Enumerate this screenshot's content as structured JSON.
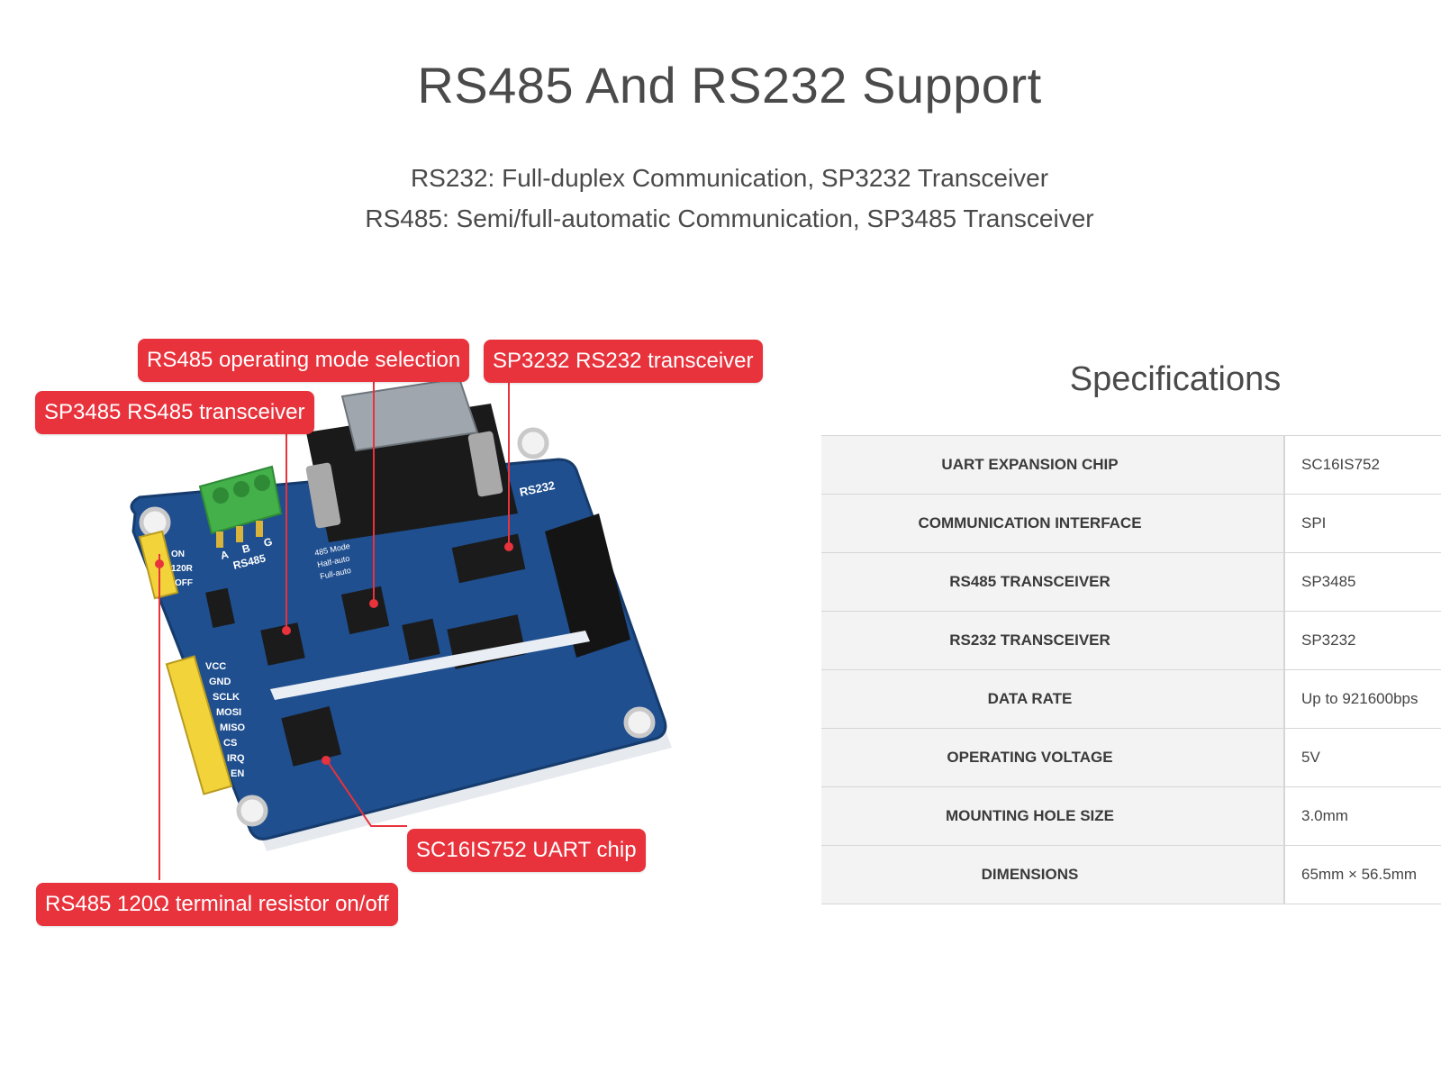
{
  "header": {
    "title": "RS485 And RS232 Support",
    "line1": "RS232: Full-duplex Communication, SP3232 Transceiver",
    "line2": "RS485: Semi/full-automatic Communication, SP3485 Transceiver"
  },
  "callouts": {
    "mode_selection": "RS485 operating mode selection",
    "sp3232": "SP3232 RS232 transceiver",
    "sp3485": "SP3485 RS485 transceiver",
    "uart_chip": "SC16IS752 UART chip",
    "terminal_resistor": "RS485 120Ω terminal resistor on/off"
  },
  "board_labels": {
    "rs232": "RS232",
    "rs485": "RS485",
    "abg": [
      "A",
      "B",
      "G"
    ],
    "jumper": [
      "ON",
      "120R",
      "OFF"
    ],
    "mode_table": [
      "485 Mode",
      "Half-auto",
      "Full-auto"
    ],
    "pins": [
      "VCC",
      "GND",
      "SCLK",
      "MOSI",
      "MISO",
      "CS",
      "IRQ",
      "EN"
    ]
  },
  "specs": {
    "title": "Specifications",
    "rows": [
      {
        "label": "UART EXPANSION CHIP",
        "value": "SC16IS752"
      },
      {
        "label": "COMMUNICATION INTERFACE",
        "value": "SPI"
      },
      {
        "label": "RS485 TRANSCEIVER",
        "value": "SP3485"
      },
      {
        "label": "RS232 TRANSCEIVER",
        "value": "SP3232"
      },
      {
        "label": "DATA RATE",
        "value": "Up to 921600bps"
      },
      {
        "label": "OPERATING VOLTAGE",
        "value": "5V"
      },
      {
        "label": "MOUNTING HOLE SIZE",
        "value": "3.0mm"
      },
      {
        "label": "DIMENSIONS",
        "value": "65mm × 56.5mm"
      }
    ]
  },
  "colors": {
    "callout": "#e8323c",
    "board": "#1f4f8f",
    "terminal": "#43b04a",
    "header_pins": "#f2d33a"
  }
}
